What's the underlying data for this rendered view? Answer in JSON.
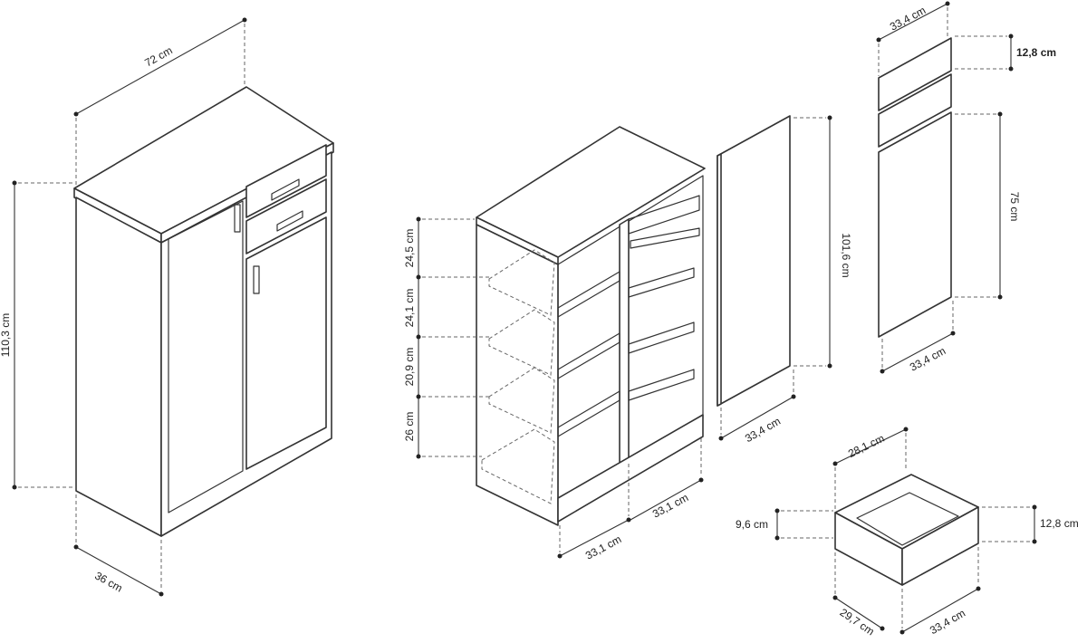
{
  "colors": {
    "line": "#333333",
    "guide": "#666666",
    "text": "#222222",
    "background": "#ffffff"
  },
  "cabinet": {
    "width_label": "72 cm",
    "height_label": "110,3 cm",
    "depth_label": "36 cm"
  },
  "carcass": {
    "shelf_spacing_labels": [
      "24,5 cm",
      "24,1 cm",
      "20,9 cm",
      "26 cm"
    ],
    "compartment_left_label": "33,1 cm",
    "compartment_right_label": "33,1 cm"
  },
  "door_panel": {
    "height_label": "101,6 cm",
    "width_label": "33,4 cm"
  },
  "fronts": {
    "top_width_label": "33,4 cm",
    "drawer_front_height_label": "12,8 cm",
    "door_height_label": "75 cm",
    "bottom_width_label": "33,4 cm"
  },
  "drawer": {
    "inner_width_label": "28,1 cm",
    "inner_height_label": "9,6 cm",
    "front_height_label": "12,8 cm",
    "depth_label": "29,7 cm",
    "front_width_label": "33,4 cm"
  }
}
